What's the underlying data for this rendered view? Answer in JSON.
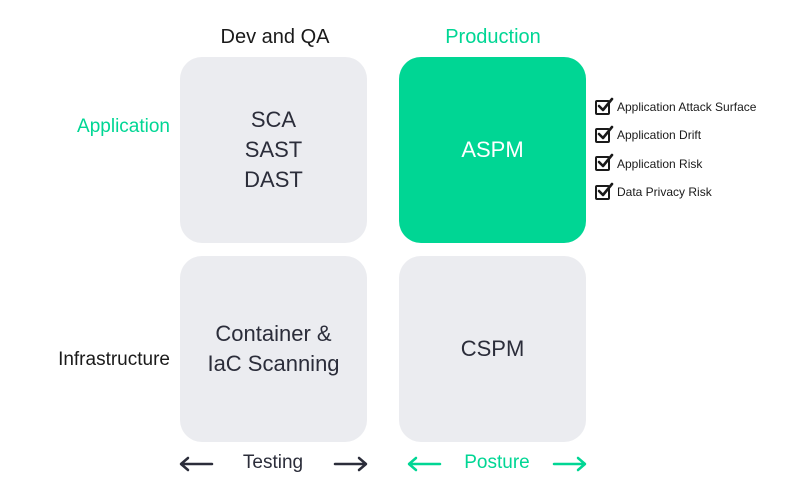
{
  "columns": {
    "dev_qa": "Dev and QA",
    "production": "Production"
  },
  "rows": {
    "application": "Application",
    "infrastructure": "Infrastructure"
  },
  "cells": {
    "app_dev": [
      "SCA",
      "SAST",
      "DAST"
    ],
    "app_prod": "ASPM",
    "infra_dev": [
      "Container &",
      "IaC Scanning"
    ],
    "infra_prod": "CSPM"
  },
  "checklist": [
    "Application Attack Surface",
    "Application Drift",
    "Application Risk",
    "Data Privacy Risk"
  ],
  "axis": {
    "testing": "Testing",
    "posture": "Posture"
  },
  "colors": {
    "accent": "#00d694",
    "cell_gray": "#ebecf0",
    "dark": "#2b2d3a"
  }
}
